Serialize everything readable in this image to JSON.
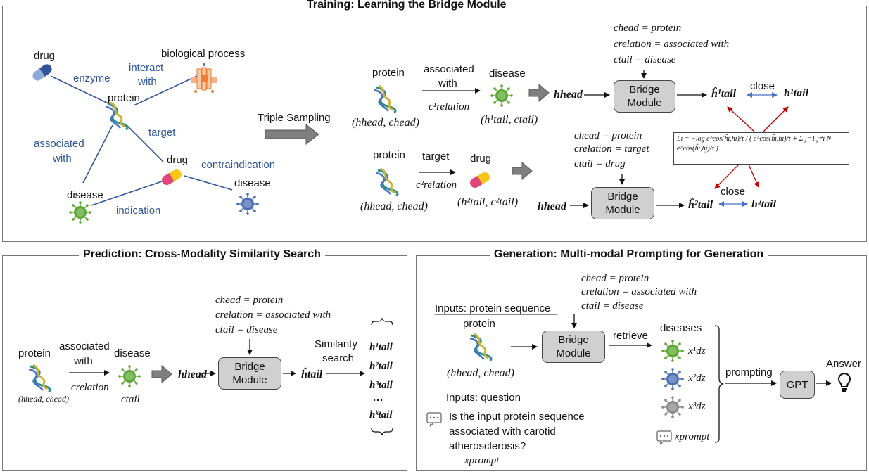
{
  "training": {
    "title": "Training: Learning the Bridge Module",
    "graph": {
      "drug_top": "drug",
      "biological_process": "biological process",
      "enzyme": "enzyme",
      "interact_with_1": "interact",
      "interact_with_2": "with",
      "protein": "protein",
      "target": "target",
      "associated_with_1": "associated",
      "associated_with_2": "with",
      "drug_mid": "drug",
      "contraindication": "contraindication",
      "disease_left": "disease",
      "disease_right": "disease",
      "indication": "indication"
    },
    "triple_sampling": "Triple Sampling",
    "triple1": {
      "head": "protein",
      "relation_1": "associated",
      "relation_2": "with",
      "tail": "disease",
      "c_relation": "c¹relation",
      "head_pair": "(hhead, chead)",
      "tail_pair": "(h¹tail, ctail)"
    },
    "triple2": {
      "head": "protein",
      "relation": "target",
      "tail": "drug",
      "c_relation": "c²relation",
      "head_pair": "(hhead, chead)",
      "tail_pair": "(h²tail, c²tail)"
    },
    "cond1": {
      "line1": "chead = protein",
      "line2": "crelation = associated with",
      "line3": "ctail = disease"
    },
    "cond2": {
      "line1": "chead = protein",
      "line2": "crelation = target",
      "line3": "ctail = drug"
    },
    "bridge_label_1": "Bridge",
    "bridge_label_2": "Module",
    "h_head": "hhead",
    "h_hat_1": "ĥ¹tail",
    "h_tail_1": "h¹tail",
    "h_hat_2": "ĥ²tail",
    "h_tail_2": "h²tail",
    "close": "close",
    "loss": "Li = −log e^cos(ĥi,hi)/τ / ( e^cos(ĥi,hi)/τ + Σ j=1,j≠i N e^cos(ĥi,hj)/τ )"
  },
  "prediction": {
    "title": "Prediction: Cross-Modality Similarity Search",
    "protein": "protein",
    "relation_1": "associated",
    "relation_2": "with",
    "disease": "disease",
    "c_relation": "crelation",
    "c_tail": "ctail",
    "head_pair": "(hhead, chead)",
    "cond": {
      "line1": "chead = protein",
      "line2": "crelation = associated with",
      "line3": "ctail = disease"
    },
    "h_head": "hhead",
    "bridge_label_1": "Bridge",
    "bridge_label_2": "Module",
    "h_hat": "ĥtail",
    "similarity_1": "Similarity",
    "similarity_2": "search",
    "candidates": [
      "h¹tail",
      "h²tail",
      "h³tail",
      "···",
      "hᵏtail"
    ]
  },
  "generation": {
    "title": "Generation: Multi-modal Prompting for Generation",
    "inputs_seq": "Inputs: protein sequence",
    "protein": "protein",
    "head_pair": "(hhead, chead)",
    "cond": {
      "line1": "chead = protein",
      "line2": "crelation = associated with",
      "line3": "ctail = disease"
    },
    "bridge_label_1": "Bridge",
    "bridge_label_2": "Module",
    "retrieve": "retrieve",
    "diseases": "diseases",
    "x_dz": [
      "x¹dz",
      "x²dz",
      "x³dz"
    ],
    "x_prompt_right": "xprompt",
    "inputs_question": "Inputs: question",
    "question_1": "Is the input protein sequence",
    "question_2": "associated with carotid",
    "question_3": "atherosclerosis?",
    "x_prompt_bottom": "xprompt",
    "prompting": "prompting",
    "gpt": "GPT",
    "answer": "Answer"
  },
  "colors": {
    "virus_green": "#5aa832",
    "virus_blue": "#4a6fb5",
    "virus_gray": "#8a8a8a",
    "pill_blue": "#4a6fb5",
    "pill_yellow": "#f5c518",
    "pill_pink": "#e0457b",
    "edge_blue": "#2f5597",
    "loss_arrow": "#c00000"
  }
}
